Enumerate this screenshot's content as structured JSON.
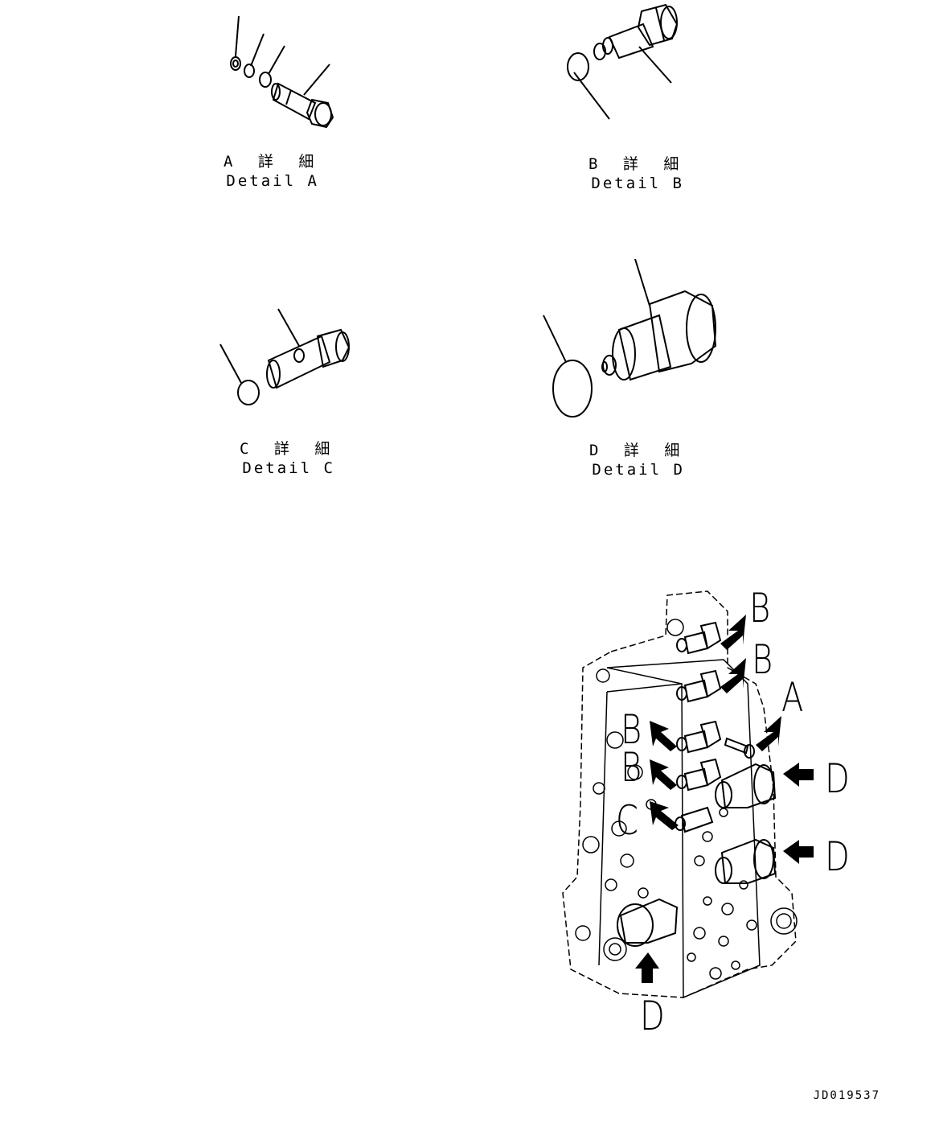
{
  "details": [
    {
      "id": "A",
      "jp": "A 詳 細",
      "en": "Detail A"
    },
    {
      "id": "B",
      "jp": "B 詳 細",
      "en": "Detail B"
    },
    {
      "id": "C",
      "jp": "C 詳 細",
      "en": "Detail C"
    },
    {
      "id": "D",
      "jp": "D 詳 細",
      "en": "Detail D"
    }
  ],
  "callouts": [
    "B",
    "B",
    "A",
    "B",
    "D",
    "B",
    "C",
    "D",
    "D"
  ],
  "drawing_code": "JD019537"
}
